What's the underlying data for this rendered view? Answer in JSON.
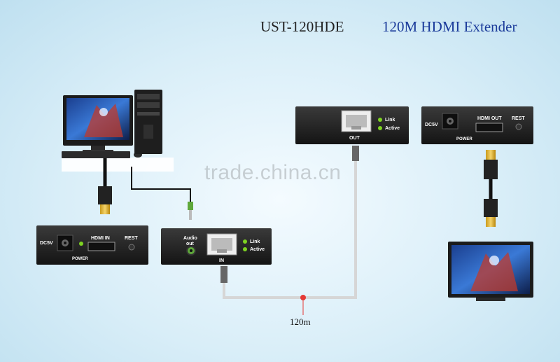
{
  "header": {
    "model": "UST-120HDE",
    "product": "120M HDMI Extender"
  },
  "watermark": "trade.china.cn",
  "cable": {
    "distance": "120m"
  },
  "tx_hdmi_unit": {
    "dc_label": "DC5V",
    "hdmi_label": "HDMI IN",
    "rest_label": "REST",
    "power_label": "POWER"
  },
  "tx_net_unit": {
    "audio_label_1": "Audio",
    "audio_label_2": "out",
    "link_label": "Link",
    "active_label": "Active",
    "port_label": "IN"
  },
  "rx_net_unit": {
    "link_label": "Link",
    "active_label": "Active",
    "port_label": "OUT"
  },
  "rx_hdmi_unit": {
    "dc_label": "DC5V",
    "hdmi_label": "HDMI OUT",
    "rest_label": "REST",
    "power_label": "POWER"
  },
  "colors": {
    "title_blue": "#1a3a9a",
    "led_green": "#7ed321",
    "device_body": "#222222"
  }
}
